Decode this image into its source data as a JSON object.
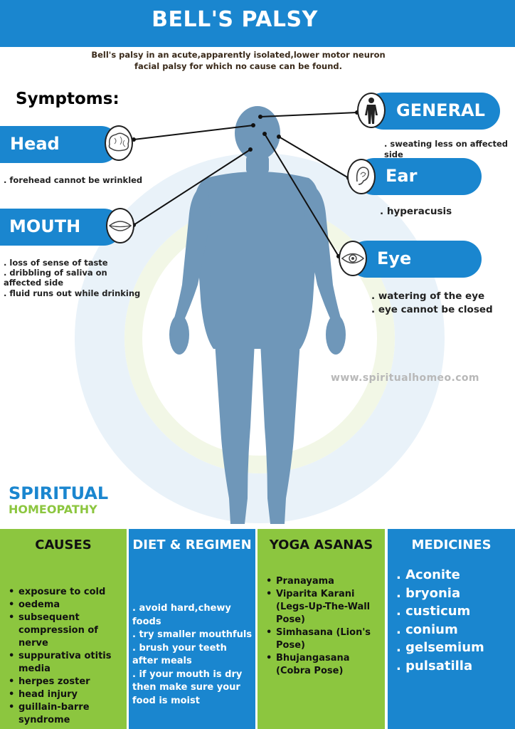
{
  "header": {
    "title": "BELL'S PALSY"
  },
  "intro": "Bell's palsy in an acute,apparently isolated,lower motor neuron facial palsy for which no cause can be found.",
  "symptoms_title": "Symptoms:",
  "symptoms": {
    "head": {
      "label": "Head",
      "icon": "brain-icon",
      "items": [
        ". forehead cannot be wrinkled"
      ]
    },
    "mouth": {
      "label": "MOUTH",
      "icon": "lips-icon",
      "items": [
        ". loss of sense of taste",
        ". dribbling of saliva on",
        "affected side",
        ". fluid runs out while drinking"
      ]
    },
    "general": {
      "label": "GENERAL",
      "icon": "person-icon",
      "items": [
        ". sweating less on affected side"
      ]
    },
    "ear": {
      "label": "Ear",
      "icon": "ear-icon",
      "items": [
        ". hyperacusis"
      ]
    },
    "eye": {
      "label": "Eye",
      "icon": "eye-icon",
      "items": [
        ". watering of the eye",
        ". eye cannot be closed"
      ]
    }
  },
  "website": "www.spiritualhomeo.com",
  "brand": {
    "line1": "SPIRITUAL",
    "line2": "HOMEOPATHY"
  },
  "causes": {
    "title": "CAUSES",
    "items": [
      "exposure to cold",
      "oedema",
      "subsequent compression of nerve",
      "suppurativa otitis media",
      "herpes zoster",
      "head injury",
      "guillain-barre syndrome"
    ]
  },
  "diet": {
    "title": "DIET & REGIMEN",
    "items": [
      ". avoid hard,chewy foods",
      ". try smaller mouthfuls",
      ". brush your teeth after meals",
      ". if your mouth is dry then make sure your food is moist"
    ]
  },
  "yoga": {
    "title": "YOGA ASANAS",
    "items": [
      "Pranayama",
      "Viparita Karani (Legs-Up-The-Wall Pose)",
      "Simhasana  (Lion's Pose)",
      "Bhujangasana (Cobra Pose)"
    ]
  },
  "medicines": {
    "title": "MEDICINES",
    "items": [
      ". Aconite",
      ". bryonia",
      ". custicum",
      ". conium",
      ". gelsemium",
      ". pulsatilla"
    ]
  },
  "colors": {
    "blue": "#1a86cf",
    "green": "#8cc63f",
    "body": "#6f97b9"
  }
}
